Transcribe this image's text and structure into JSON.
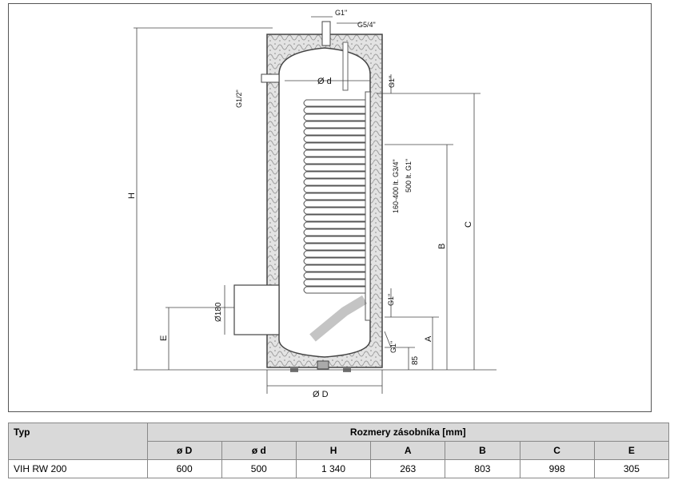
{
  "drawing": {
    "labels": {
      "top_conn": "G1\"",
      "top_conn2": "G5/4\"",
      "side_left": "G1/2\"",
      "inner_d": "Ø d",
      "coil_top": "G1\"",
      "mid_conn": "160-400 lt. G3/4\"",
      "mid_conn2": "500 lt. G1\"",
      "coil_bottom": "G1\"",
      "bottom_conn": "G1\"",
      "dim_85": "85",
      "dim_A": "A",
      "dim_B": "B",
      "dim_C": "C",
      "dim_H": "H",
      "dim_E": "E",
      "flange": "Ø180",
      "outer_D": "Ø D"
    }
  },
  "table": {
    "type_header": "Typ",
    "group_header": "Rozmery zásobníka [mm]",
    "columns": [
      "ø D",
      "ø d",
      "H",
      "A",
      "B",
      "C",
      "E"
    ],
    "rows": [
      {
        "type": "VIH RW 200",
        "values": [
          "600",
          "500",
          "1 340",
          "263",
          "803",
          "998",
          "305"
        ]
      }
    ]
  }
}
